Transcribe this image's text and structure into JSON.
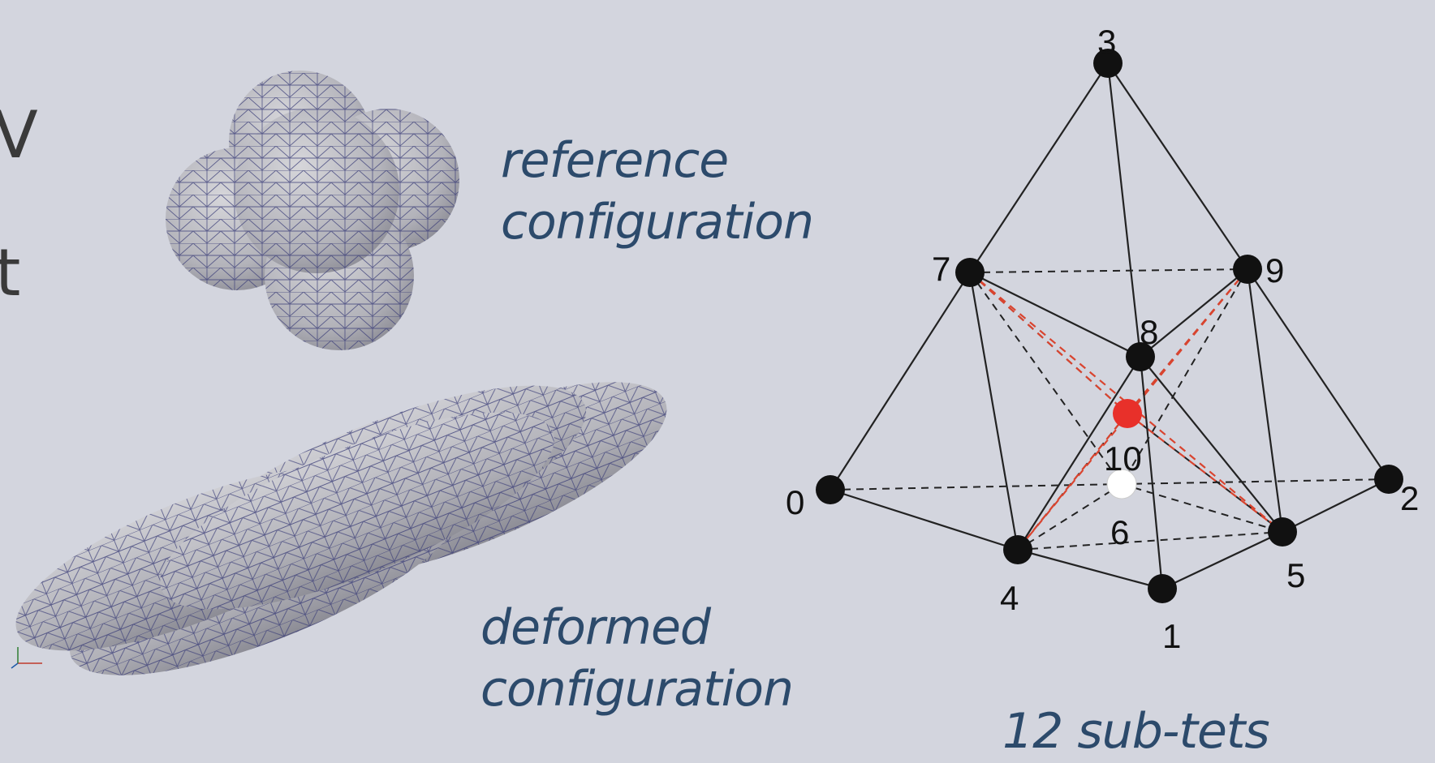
{
  "captions": {
    "reference_line1": "reference",
    "reference_line2": "configuration",
    "deformed_line1": "deformed",
    "deformed_line2": "configuration",
    "subtets": "12 sub-tets"
  },
  "edge_text": {
    "glyph1": "V",
    "glyph2": "t"
  },
  "tet_nodes": [
    {
      "id": "0",
      "color": "#111111"
    },
    {
      "id": "1",
      "color": "#111111"
    },
    {
      "id": "2",
      "color": "#111111"
    },
    {
      "id": "3",
      "color": "#111111"
    },
    {
      "id": "4",
      "color": "#111111"
    },
    {
      "id": "5",
      "color": "#111111"
    },
    {
      "id": "6",
      "color": "#ffffff"
    },
    {
      "id": "7",
      "color": "#111111"
    },
    {
      "id": "8",
      "color": "#111111"
    },
    {
      "id": "9",
      "color": "#111111"
    },
    {
      "id": "10",
      "color": "#e8302a"
    }
  ],
  "colors": {
    "background": "#d3d5de",
    "caption": "#2c4a6b",
    "mesh_fill": "#bcbcc2",
    "mesh_line": "#3b3d78",
    "highlight_edge": "#d9442f"
  }
}
